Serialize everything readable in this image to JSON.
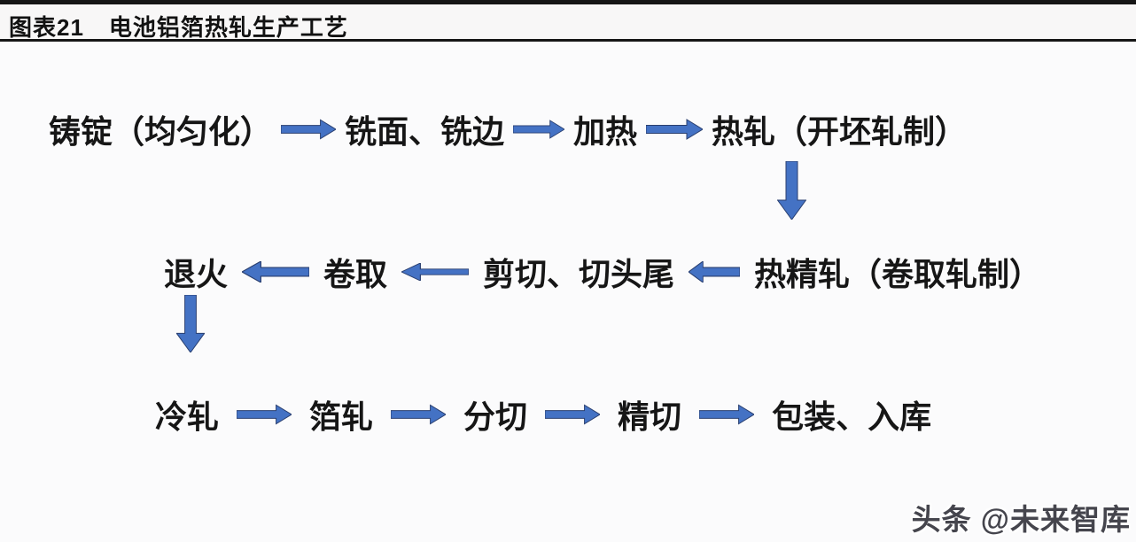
{
  "header": {
    "figure_label": "图表21",
    "figure_title": "电池铝箔热轧生产工艺"
  },
  "flow": {
    "row1": {
      "direction": "left-to-right",
      "steps": [
        "铸锭（均匀化）",
        "铣面、铣边",
        "加热",
        "热轧（开坯轧制）"
      ]
    },
    "row2": {
      "direction": "right-to-left",
      "steps": [
        "退火",
        "卷取",
        "剪切、切头尾",
        "热精轧（卷取轧制）"
      ]
    },
    "row3": {
      "direction": "left-to-right",
      "steps": [
        "冷轧",
        "箔轧",
        "分切",
        "精切",
        "包装、入库"
      ]
    },
    "process_order": [
      "铸锭（均匀化）",
      "铣面、铣边",
      "加热",
      "热轧（开坯轧制）",
      "热精轧（卷取轧制）",
      "剪切、切头尾",
      "卷取",
      "退火",
      "冷轧",
      "箔轧",
      "分切",
      "精切",
      "包装、入库"
    ]
  },
  "watermark": {
    "text": "头条 @未来智库"
  },
  "colors": {
    "arrow_fill": "#4472c4",
    "arrow_outline": "#2a3f6f",
    "text": "#161616",
    "rule": "#161616",
    "background": "#fbfbfc"
  }
}
